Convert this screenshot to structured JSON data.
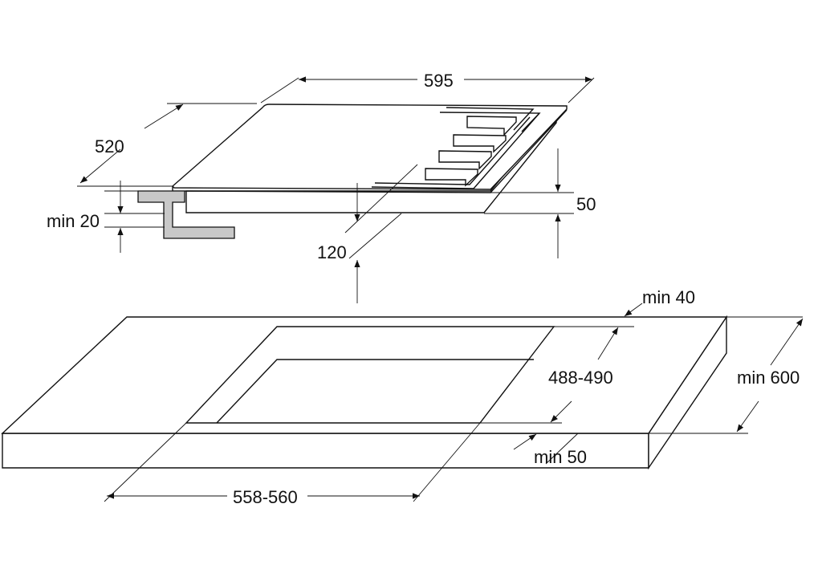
{
  "title": "Hob installation dimensions",
  "dimensions": {
    "hob_width": "595",
    "hob_depth": "520",
    "hob_height": "50",
    "min_clearance_under": "120",
    "min_bracket": "min 20",
    "back_distance": "min 40",
    "cutout_depth": "488-490",
    "worktop_depth": "min 600",
    "front_distance": "min 50",
    "cutout_width": "558-560"
  },
  "colors": {
    "line": "#111111",
    "bracket": "#c8c8c8"
  }
}
